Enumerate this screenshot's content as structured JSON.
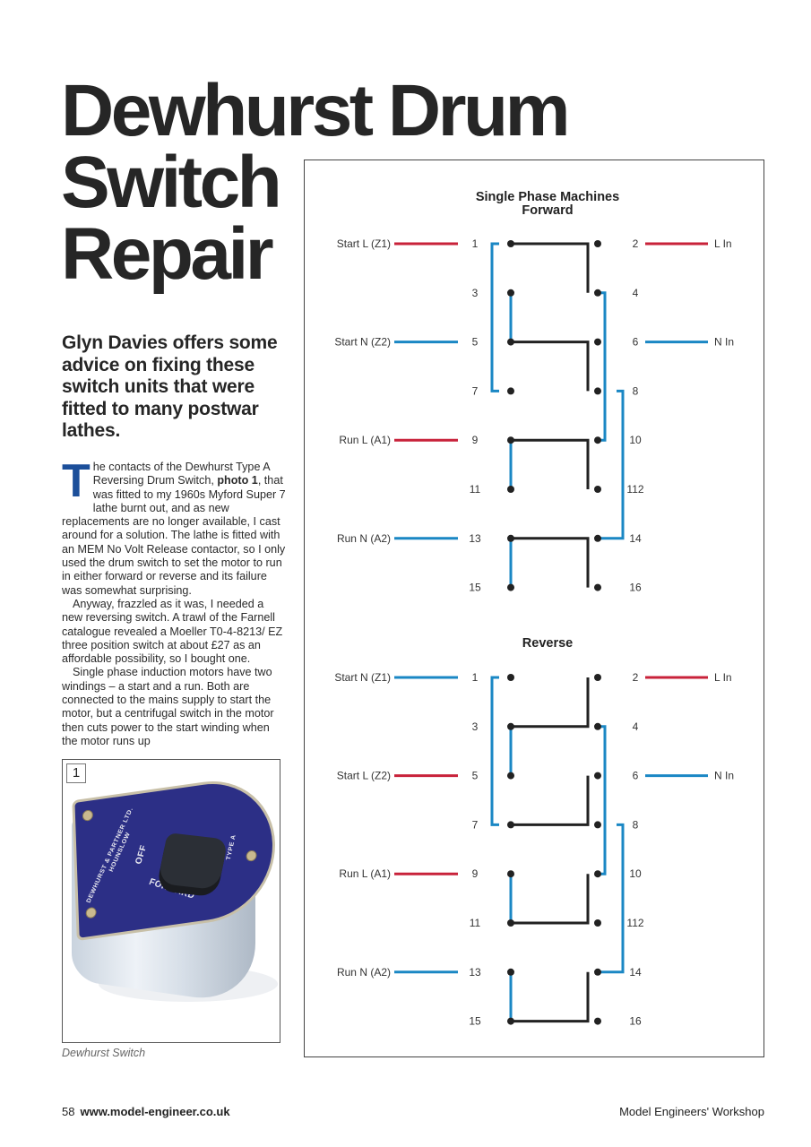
{
  "article": {
    "title_lines": [
      "Dewhurst Drum",
      "Switch",
      "Repair"
    ],
    "standfirst": "Glyn Davies offers some advice on fixing these switch units that were fitted to many postwar lathes.",
    "drop_cap": "T",
    "paragraph1_a": "he contacts of the Dewhurst Type A Reversing Drum Switch, ",
    "paragraph1_bold": "photo 1",
    "paragraph1_b": ", that was fitted to my 1960s Myford Super 7 lathe burnt out, and as new replacements are no longer available, I cast around for a solution. The lathe is fitted with an MEM No Volt Release contactor, so I only used the drum switch to set the motor to run in either forward or reverse and its failure was somewhat surprising.",
    "paragraph2": "Anyway, frazzled as it was, I needed a new reversing switch. A trawl of the Farnell catalogue revealed a Moeller T0-4-8213/ EZ three position switch at about £27 as an affordable possibility, so I bought one.",
    "paragraph3": "Single phase induction motors have two windings – a start and a run. Both are connected to the mains supply to start the motor, but a centrifugal switch in the motor then cuts power to the start winding when the motor runs up"
  },
  "photo": {
    "number": "1",
    "caption": "Dewhurst Switch",
    "plate_lettering": [
      "DEWHURST & PARTNER LTD.",
      "HOUNSLOW",
      "OFF",
      "FORWARD",
      "TYPE A"
    ]
  },
  "diagram": {
    "colors": {
      "live": "#c8223a",
      "neutral": "#1a87c4",
      "contact": "#222222"
    },
    "terminals_left": [
      "1",
      "3",
      "5",
      "7",
      "9",
      "11",
      "13",
      "15"
    ],
    "terminals_right": [
      "2",
      "4",
      "6",
      "8",
      "10",
      "112",
      "14",
      "16"
    ],
    "jumpers": [
      [
        "3",
        "5"
      ],
      [
        "9",
        "11"
      ],
      [
        "13",
        "15"
      ]
    ],
    "links": [
      [
        "1",
        "7"
      ],
      [
        "4",
        "10"
      ],
      [
        "8",
        "14"
      ]
    ],
    "sections": [
      {
        "title_lines": [
          "Single Phase Machines",
          "Forward"
        ],
        "contact_style": "top",
        "contacts": [
          [
            "1",
            "3"
          ],
          [
            "5",
            "7"
          ],
          [
            "9",
            "11"
          ],
          [
            "13",
            "15"
          ]
        ],
        "left_wires": [
          {
            "terminal": "1",
            "label": "Start L (Z1)",
            "type": "live"
          },
          {
            "terminal": "5",
            "label": "Start N (Z2)",
            "type": "neutral"
          },
          {
            "terminal": "9",
            "label": "Run L (A1)",
            "type": "live"
          },
          {
            "terminal": "13",
            "label": "Run N (A2)",
            "type": "neutral"
          }
        ],
        "right_wires": [
          {
            "terminal": "2",
            "label": "L In",
            "type": "live"
          },
          {
            "terminal": "6",
            "label": "N In",
            "type": "neutral"
          }
        ]
      },
      {
        "title_lines": [
          "Reverse"
        ],
        "contact_style": "bottom",
        "contacts": [
          [
            "1",
            "3"
          ],
          [
            "5",
            "7"
          ],
          [
            "9",
            "11"
          ],
          [
            "13",
            "15"
          ]
        ],
        "left_wires": [
          {
            "terminal": "1",
            "label": "Start N (Z1)",
            "type": "neutral"
          },
          {
            "terminal": "5",
            "label": "Start L (Z2)",
            "type": "live"
          },
          {
            "terminal": "9",
            "label": "Run L (A1)",
            "type": "live"
          },
          {
            "terminal": "13",
            "label": "Run N (A2)",
            "type": "neutral"
          }
        ],
        "right_wires": [
          {
            "terminal": "2",
            "label": "L In",
            "type": "live"
          },
          {
            "terminal": "6",
            "label": "N In",
            "type": "neutral"
          }
        ]
      }
    ]
  },
  "footer": {
    "page_number": "58",
    "website": "www.model-engineer.co.uk",
    "magazine": "Model Engineers' Workshop"
  }
}
